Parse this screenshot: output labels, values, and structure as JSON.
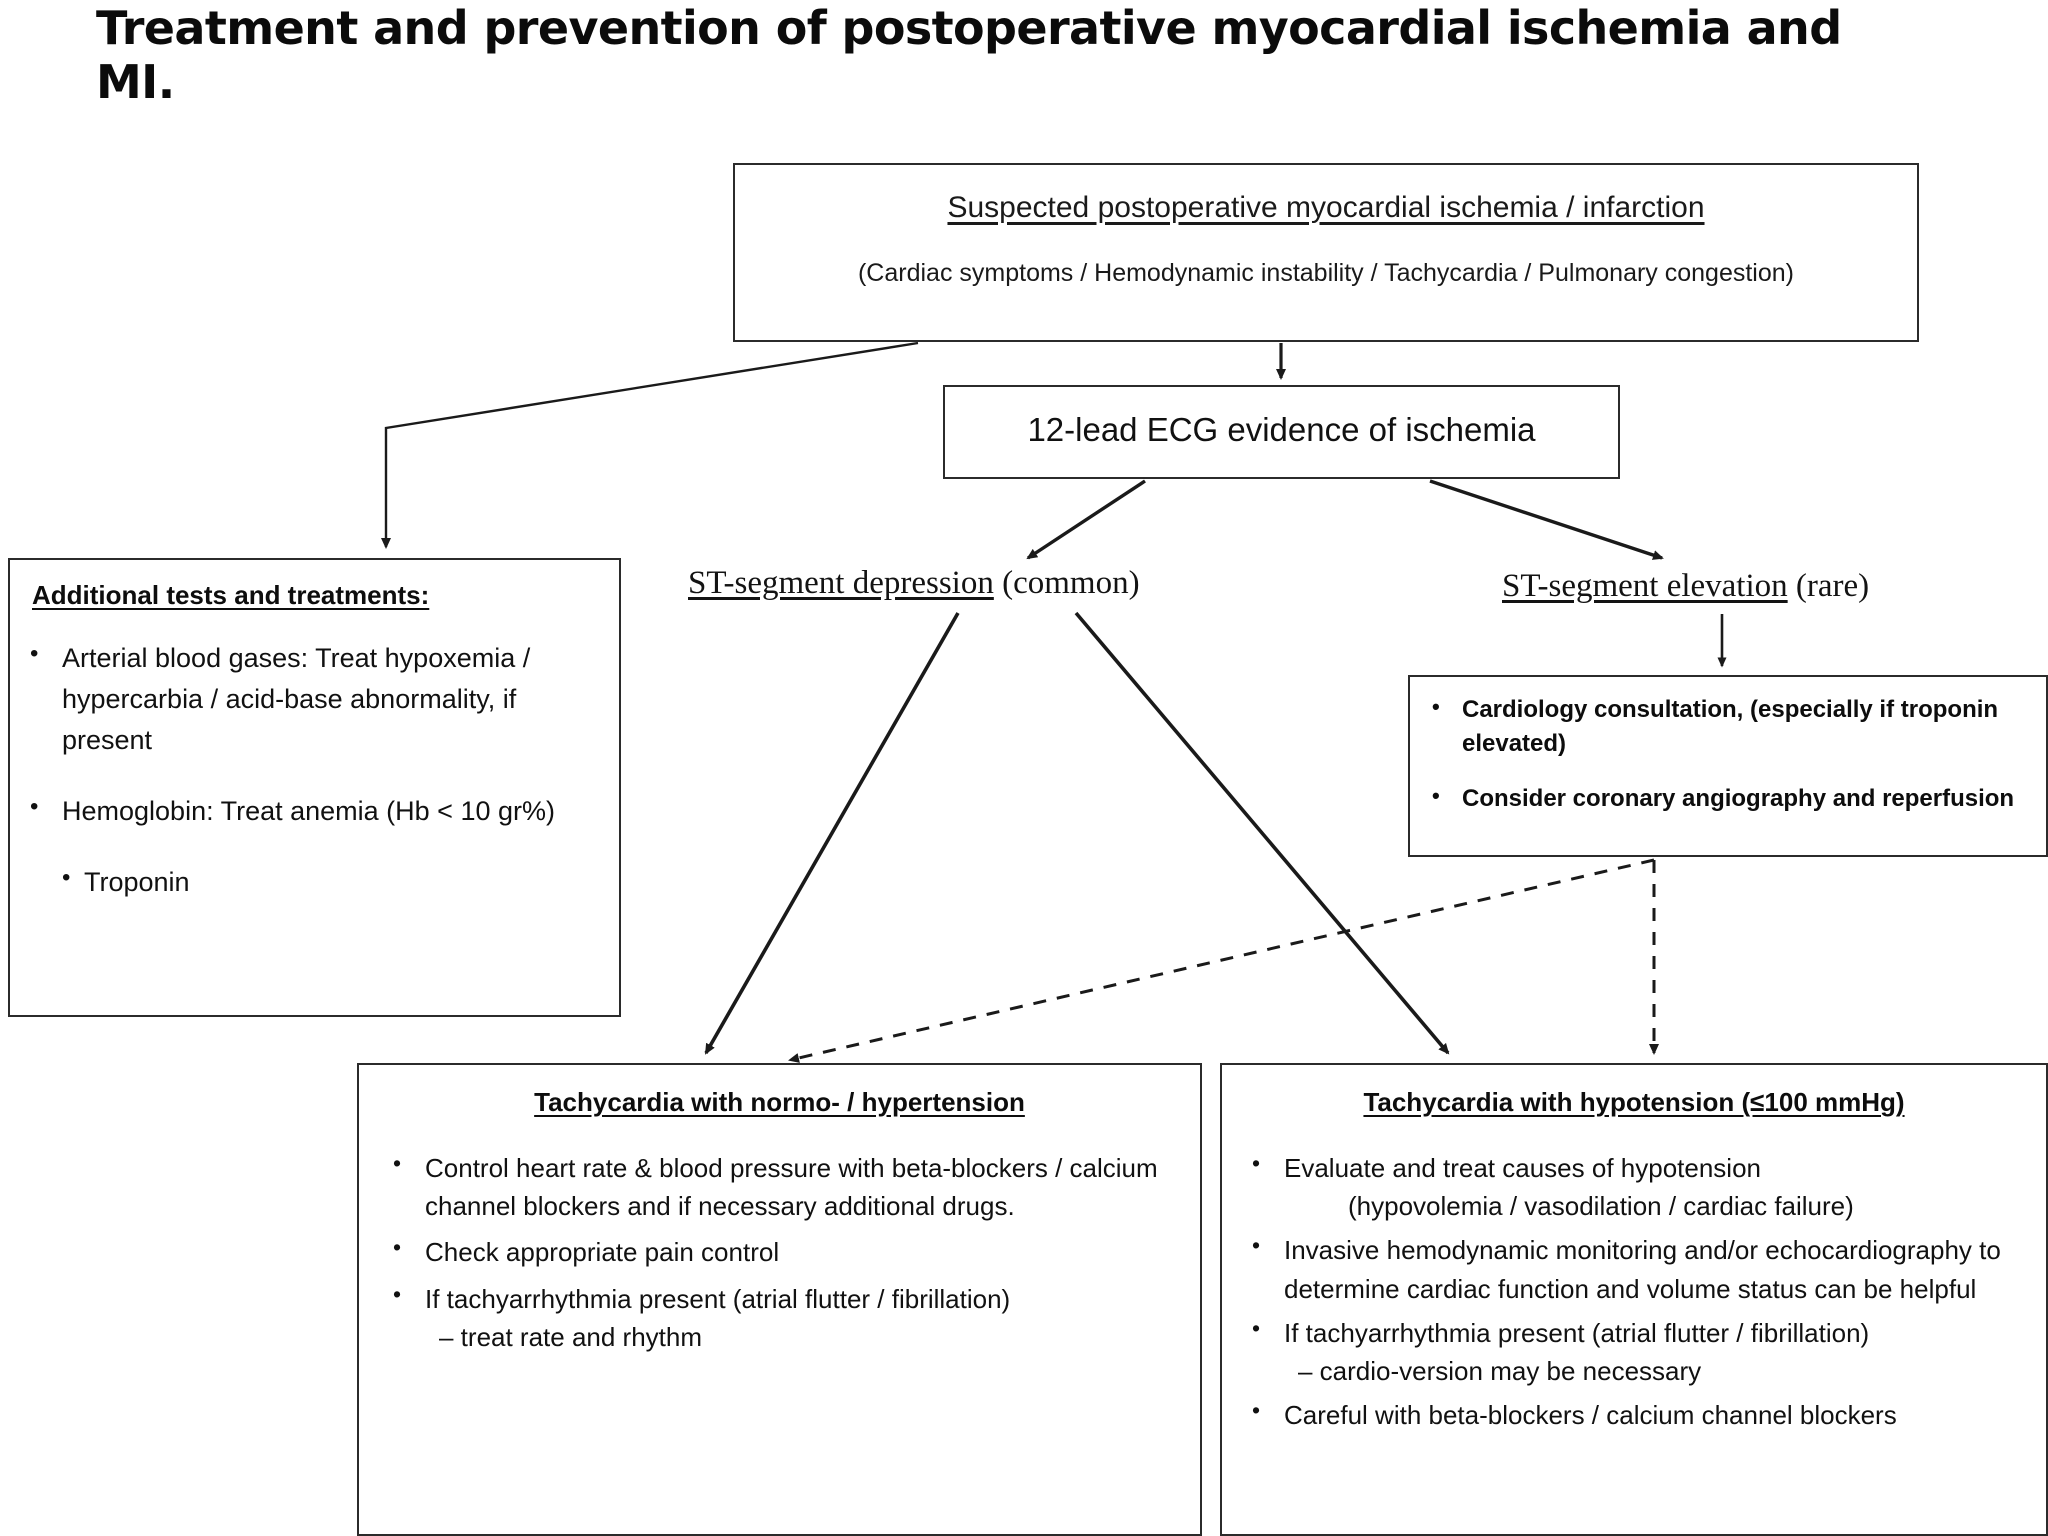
{
  "title": "Treatment and prevention of postoperative myocardial ischemia and MI.",
  "root_box": {
    "header": "Suspected postoperative myocardial ischemia / infarction",
    "subtext": "(Cardiac symptoms / Hemodynamic instability / Tachycardia / Pulmonary congestion)"
  },
  "ecg_box": {
    "label": "12-lead ECG evidence of ischemia"
  },
  "branches": {
    "depression": {
      "underlined": "ST-segment depression",
      "suffix": " (common)"
    },
    "elevation": {
      "underlined": "ST-segment elevation",
      "suffix": " (rare)"
    }
  },
  "tests_box": {
    "title": "Additional tests and treatments:",
    "items": [
      "Arterial blood gases:  Treat hypoxemia / hypercarbia / acid-base abnormality, if present",
      "Hemoglobin:  Treat anemia (Hb < 10 gr%)",
      "Troponin"
    ]
  },
  "cardiology_box": {
    "items": [
      "Cardiology consultation,  (especially if troponin elevated)",
      "Consider coronary angiography and reperfusion"
    ]
  },
  "normo_box": {
    "title": "Tachycardia with normo- / hypertension",
    "items": [
      "Control heart rate & blood pressure with beta-blockers / calcium channel blockers and if necessary additional drugs.",
      "Check appropriate pain control",
      "If tachyarrhythmia present (atrial flutter / fibrillation)"
    ],
    "item3_sub": "– treat rate and rhythm"
  },
  "hypo_box": {
    "title": "Tachycardia with hypotension (≤100 mmHg)",
    "items": [
      "Evaluate and treat causes of hypotension",
      "Invasive hemodynamic monitoring and/or echocardiography to determine cardiac function and volume status can be helpful",
      "If tachyarrhythmia present (atrial flutter / fibrillation)",
      "Careful with beta-blockers / calcium channel blockers"
    ],
    "item1_sub": "(hypovolemia / vasodilation / cardiac failure)",
    "item3_sub": "– cardio-version may be necessary"
  },
  "colors": {
    "stroke": "#2b2b2b",
    "text": "#111111",
    "background": "#ffffff"
  }
}
